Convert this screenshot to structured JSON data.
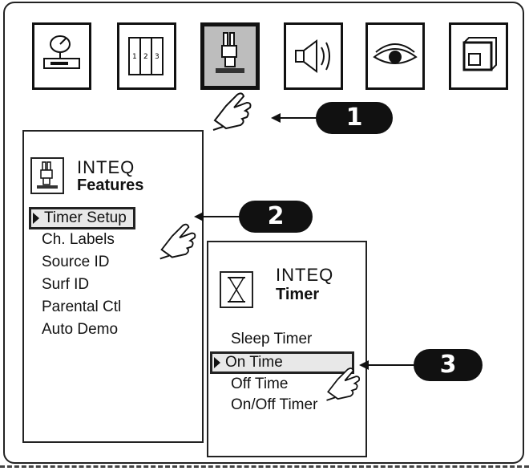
{
  "toolbar": {
    "icons": [
      {
        "name": "satellite-dish-icon",
        "selected": false
      },
      {
        "name": "books-icon",
        "selected": false,
        "book_labels": [
          "1",
          "2",
          "3"
        ]
      },
      {
        "name": "features-rabbit-icon",
        "selected": true
      },
      {
        "name": "speaker-icon",
        "selected": false
      },
      {
        "name": "eye-icon",
        "selected": false
      },
      {
        "name": "square-window-icon",
        "selected": false
      }
    ]
  },
  "callouts": [
    "1",
    "2",
    "3"
  ],
  "features_menu": {
    "brand": "INTEQ",
    "title": "Features",
    "icon": "features-rabbit-icon",
    "items": [
      "Timer Setup",
      "Ch. Labels",
      "Source ID",
      "Surf ID",
      "Parental Ctl",
      "Auto Demo"
    ],
    "selected_index": 0
  },
  "timer_menu": {
    "brand": "INTEQ",
    "title": "Timer",
    "icon": "hourglass-icon",
    "items": [
      "Sleep Timer",
      "On Time",
      "Off Time",
      "On/Off Timer"
    ],
    "selected_index": 1
  },
  "colors": {
    "ink": "#111111",
    "selected_bg": "#bdbdbd",
    "background": "#ffffff"
  }
}
